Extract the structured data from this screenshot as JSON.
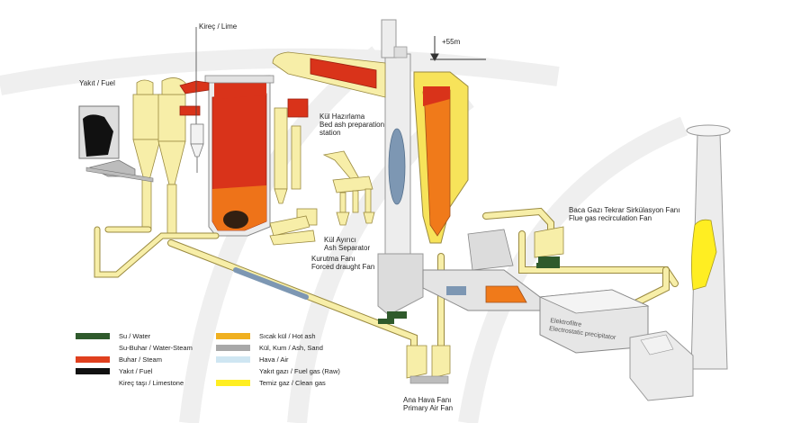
{
  "labels": {
    "lime": "Kireç / Lime",
    "fuel": "Yakıt / Fuel",
    "elevation": "+55m",
    "ash_prep_tr": "Kül Hazırlama",
    "ash_prep_en1": "Bed ash preparation",
    "ash_prep_en2": "station",
    "ash_sep_tr": "Kül Ayırıcı",
    "ash_sep_en": "Ash Separator",
    "fd_fan_tr": "Kurutma Fanı",
    "fd_fan_en": "Forced draught Fan",
    "flue_fan_tr": "Baca Gazı Tekrar Sirkülasyon Fanı",
    "flue_fan_en": "Flue gas recirculation Fan",
    "pa_fan_tr": "Ana Hava Fanı",
    "pa_fan_en": "Primary Air Fan",
    "precip_1": "Elektrofiltre",
    "precip_2": "Electrostatic precipitator"
  },
  "legend": [
    {
      "label": "Su / Water",
      "color": "#2f5a2c"
    },
    {
      "label": "Su-Buhar / Water-Steam",
      "color": "#ffffff"
    },
    {
      "label": "Buhar / Steam",
      "color": "#e0401e"
    },
    {
      "label": "Yakıt / Fuel",
      "color": "#111111"
    },
    {
      "label": "Kireç taşı / Limestone",
      "color": "#ffffff"
    },
    {
      "label": "Sıcak kül / Hot ash",
      "color": "#f0b020"
    },
    {
      "label": "Kül, Kum / Ash, Sand",
      "color": "#a8a8a8"
    },
    {
      "label": "Hava / Air",
      "color": "#cfe6f2"
    },
    {
      "label": "Yakıt gazı / Fuel gas (Raw)",
      "color": "#ffffff"
    },
    {
      "label": "Temiz gaz / Clean gas",
      "color": "#ffee22"
    }
  ],
  "colors": {
    "pipe_fill": "#f7eea8",
    "pipe_stroke": "#9a8a40",
    "furnace_red": "#d9331a",
    "stack_grey": "#e6e6e6",
    "blue_section": "#7d97b3",
    "orange": "#f07a1a",
    "fan_green": "#2f5a2c"
  }
}
